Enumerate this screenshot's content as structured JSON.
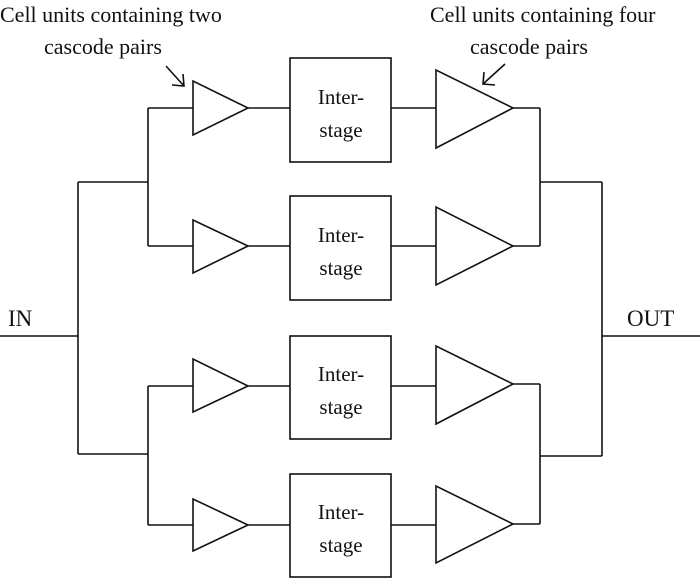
{
  "labels": {
    "two_pairs_line1": "Cell units containing two",
    "two_pairs_line2": "cascode pairs",
    "four_pairs_line1": "Cell units containing four",
    "four_pairs_line2": "cascode pairs",
    "input": "IN",
    "output": "OUT"
  },
  "interstages": [
    {
      "line1": "Inter-",
      "line2": "stage"
    },
    {
      "line1": "Inter-",
      "line2": "stage"
    },
    {
      "line1": "Inter-",
      "line2": "stage"
    },
    {
      "line1": "Inter-",
      "line2": "stage"
    }
  ],
  "colors": {
    "line": "#111111",
    "background": "#ffffff"
  }
}
